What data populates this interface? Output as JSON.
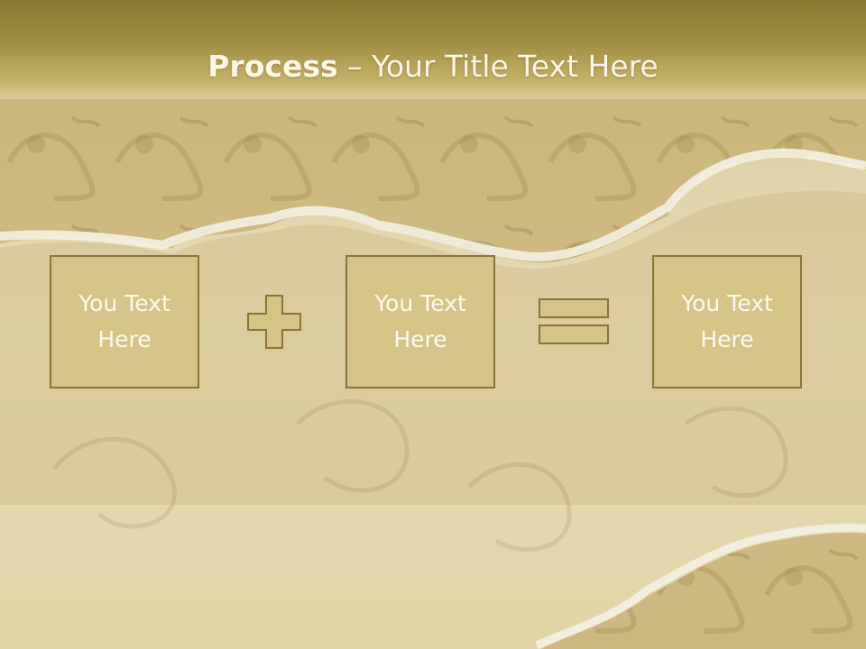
{
  "slide": {
    "title_bold": "Process",
    "title_rest": " – Your Title Text Here"
  },
  "boxes": [
    {
      "text": "You Text\nHere"
    },
    {
      "text": "You Text\nHere"
    },
    {
      "text": "You Text\nHere"
    }
  ],
  "operators": [
    "plus-icon",
    "equals-icon"
  ],
  "colors": {
    "box_fill": "#d6c387",
    "box_border": "#8a7438",
    "title_bar": "#a38f45",
    "text": "#fdf9ee"
  }
}
